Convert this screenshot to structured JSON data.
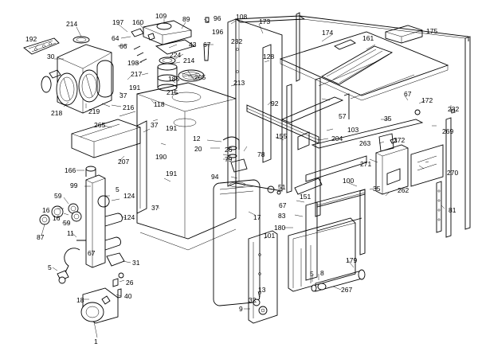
{
  "part_labels": [
    {
      "text": "214"
    },
    {
      "text": "197"
    },
    {
      "text": "160"
    },
    {
      "text": "109"
    },
    {
      "text": "89"
    },
    {
      "text": "96"
    },
    {
      "text": "108"
    },
    {
      "text": "173"
    },
    {
      "text": "196"
    },
    {
      "text": "232"
    },
    {
      "text": "174"
    },
    {
      "text": "161"
    },
    {
      "text": "175"
    },
    {
      "text": "192"
    },
    {
      "text": "64"
    },
    {
      "text": "66"
    },
    {
      "text": "43"
    },
    {
      "text": "67"
    },
    {
      "text": "224"
    },
    {
      "text": "214"
    },
    {
      "text": "128"
    },
    {
      "text": "30"
    },
    {
      "text": "198"
    },
    {
      "text": "205"
    },
    {
      "text": "217"
    },
    {
      "text": "185"
    },
    {
      "text": "191"
    },
    {
      "text": "213"
    },
    {
      "text": "215"
    },
    {
      "text": "37"
    },
    {
      "text": "218"
    },
    {
      "text": "219"
    },
    {
      "text": "216"
    },
    {
      "text": "118"
    },
    {
      "text": "92"
    },
    {
      "text": "57"
    },
    {
      "text": "67"
    },
    {
      "text": "172"
    },
    {
      "text": "232"
    },
    {
      "text": "35"
    },
    {
      "text": "269"
    },
    {
      "text": "265"
    },
    {
      "text": "37"
    },
    {
      "text": "191"
    },
    {
      "text": "103"
    },
    {
      "text": "12"
    },
    {
      "text": "155"
    },
    {
      "text": "204"
    },
    {
      "text": "263"
    },
    {
      "text": "272"
    },
    {
      "text": "190"
    },
    {
      "text": "20"
    },
    {
      "text": "26"
    },
    {
      "text": "78"
    },
    {
      "text": "207"
    },
    {
      "text": "79"
    },
    {
      "text": "271"
    },
    {
      "text": "270"
    },
    {
      "text": "166"
    },
    {
      "text": "191"
    },
    {
      "text": "94"
    },
    {
      "text": "99"
    },
    {
      "text": "5"
    },
    {
      "text": "51"
    },
    {
      "text": "100"
    },
    {
      "text": "35"
    },
    {
      "text": "262"
    },
    {
      "text": "59"
    },
    {
      "text": "124"
    },
    {
      "text": "151"
    },
    {
      "text": "67"
    },
    {
      "text": "16"
    },
    {
      "text": "37"
    },
    {
      "text": "83"
    },
    {
      "text": "81"
    },
    {
      "text": "16"
    },
    {
      "text": "17"
    },
    {
      "text": "124"
    },
    {
      "text": "59"
    },
    {
      "text": "180"
    },
    {
      "text": "87"
    },
    {
      "text": "11"
    },
    {
      "text": "101"
    },
    {
      "text": "31"
    },
    {
      "text": "67"
    },
    {
      "text": "179"
    },
    {
      "text": "5"
    },
    {
      "text": "5"
    },
    {
      "text": "8"
    },
    {
      "text": "26"
    },
    {
      "text": "13"
    },
    {
      "text": "267"
    },
    {
      "text": "40"
    },
    {
      "text": "18"
    },
    {
      "text": "32"
    },
    {
      "text": "9"
    },
    {
      "text": "1"
    }
  ]
}
